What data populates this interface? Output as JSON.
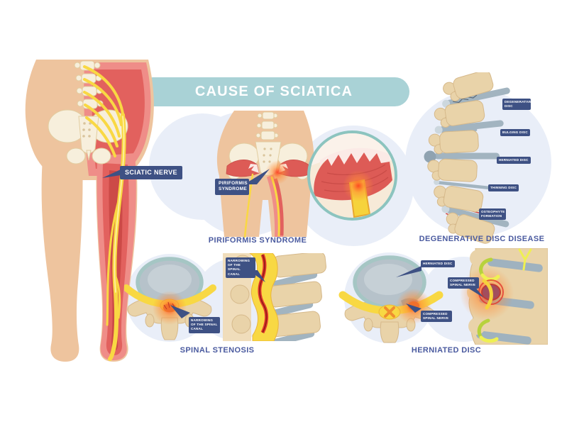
{
  "title": "CAUSE OF SCIATICA",
  "main_figure": {
    "callout": "SCIATIC NERVE"
  },
  "sections": {
    "piriformis": {
      "callout": "PIRIFORMIS SYNDROME",
      "caption": "PIRIFORMIS SYNDROME"
    },
    "degenerative": {
      "caption": "DEGENERATIVE DISC DISEASE",
      "labels": [
        "DEGENERATIVE DISC",
        "BULGING DISC",
        "HERNIATED DISC",
        "THINNING DISC",
        "OSTEOPHYTE FORMATION"
      ]
    },
    "stenosis": {
      "caption": "SPINAL STENOSIS",
      "label_axial": "NARROWING OF THE SPINAL CANAL",
      "label_sagittal": "NARROWING OF THE SPINAL CANAL"
    },
    "herniated": {
      "caption": "HERNIATED DISC",
      "label_disc": "HERNIATED DISC",
      "label_nerve_axial": "COMPRESSED SPINAL NERVE",
      "label_nerve_sagittal": "COMPRESSED SPINAL NERVE"
    }
  },
  "palette": {
    "banner_teal": "#a9d2d6",
    "callout_navy": "#3e5184",
    "caption_blue": "#4a5a9f",
    "skin": "#eec49e",
    "pain_red": "#e2615e",
    "nerve_yellow": "#f8d843",
    "bone_tan": "#e9d3a9",
    "disc_gray": "#a2b4c0",
    "halo_blue": "#e9eef8",
    "inset_ring": "#8cc4bf"
  }
}
